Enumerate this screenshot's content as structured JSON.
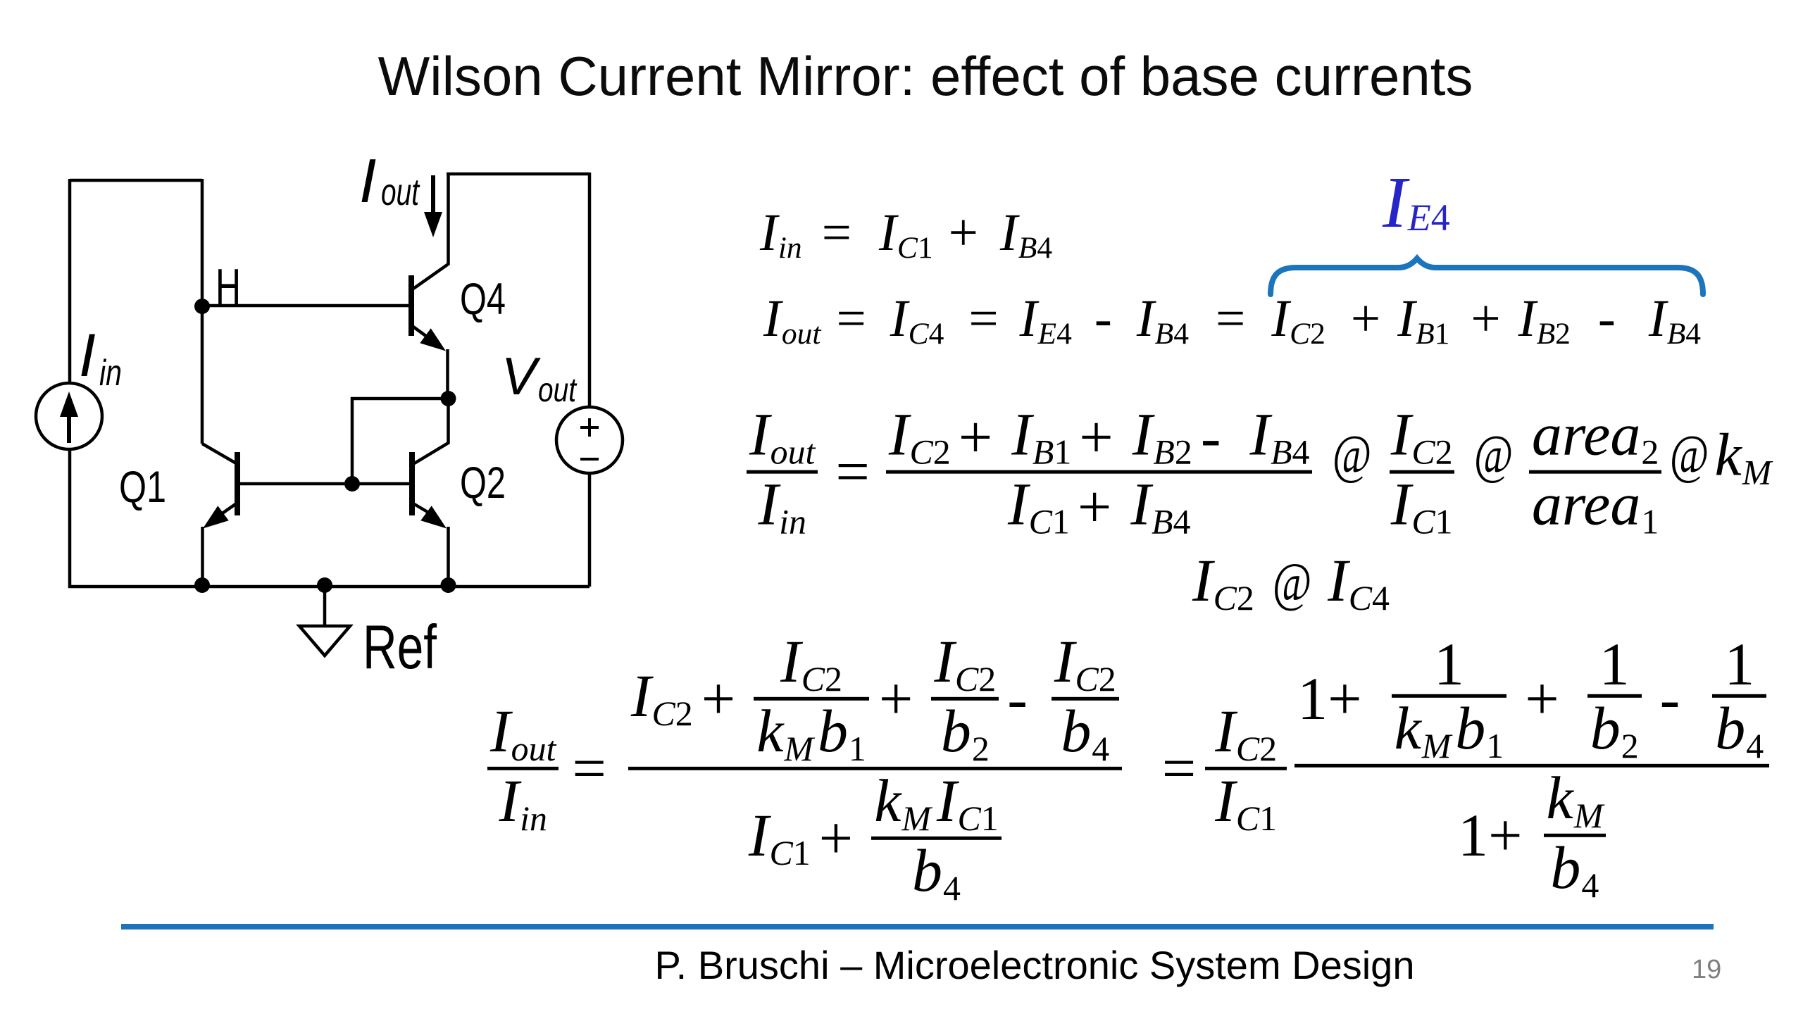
{
  "slide": {
    "title": "Wilson Current Mirror: effect of base currents",
    "footer": "P. Bruschi – Microelectronic System Design",
    "page_number": "19"
  },
  "colors": {
    "ink": "#000000",
    "accent_blue": "#1b74bc",
    "label_blue": "#2525c8",
    "page_number_gray": "#7f7f7f"
  },
  "circuit": {
    "labels": {
      "h": "H",
      "q1": "Q1",
      "q2": "Q2",
      "q4": "Q4",
      "ref": "Ref",
      "iin_main": "I",
      "iin_sub": "in",
      "iout_main": "I",
      "iout_sub": "out",
      "vout_main": "V",
      "vout_sub": "out"
    }
  },
  "equations": {
    "tok": {
      "I": "I",
      "V": "V",
      "k": "k",
      "b": "b",
      "area": "area",
      "in": "in",
      "out": "out",
      "C": "C",
      "B": "B",
      "E": "E",
      "M": "M",
      "d1": "1",
      "d2": "2",
      "d4": "4",
      "onePlus": "1+",
      "eq": "=",
      "plus": "+",
      "minus": "-",
      "approx": "@"
    },
    "line1": "Iin = IC1 + IB4",
    "line2": "Iout = IC4 = IE4 - IB4 = IC2 + IB1 + IB2 - IB4",
    "brace_label": "IE4",
    "line3": "Iout/Iin = (IC2+IB1+IB2-IB4)/(IC1+IB4) @ IC2/IC1 @ area2/area1 @ kM",
    "line4": "IC2 @ IC4",
    "line5": "Iout/Iin = (IC2 + IC2/(kM b1) + IC2/b2 - IC2/b4)/(IC1 + kM IC1/b4) = IC2/IC1 (1+ 1/(kM b1) + 1/b2 - 1/b4)/(1+ kM/b4)"
  }
}
